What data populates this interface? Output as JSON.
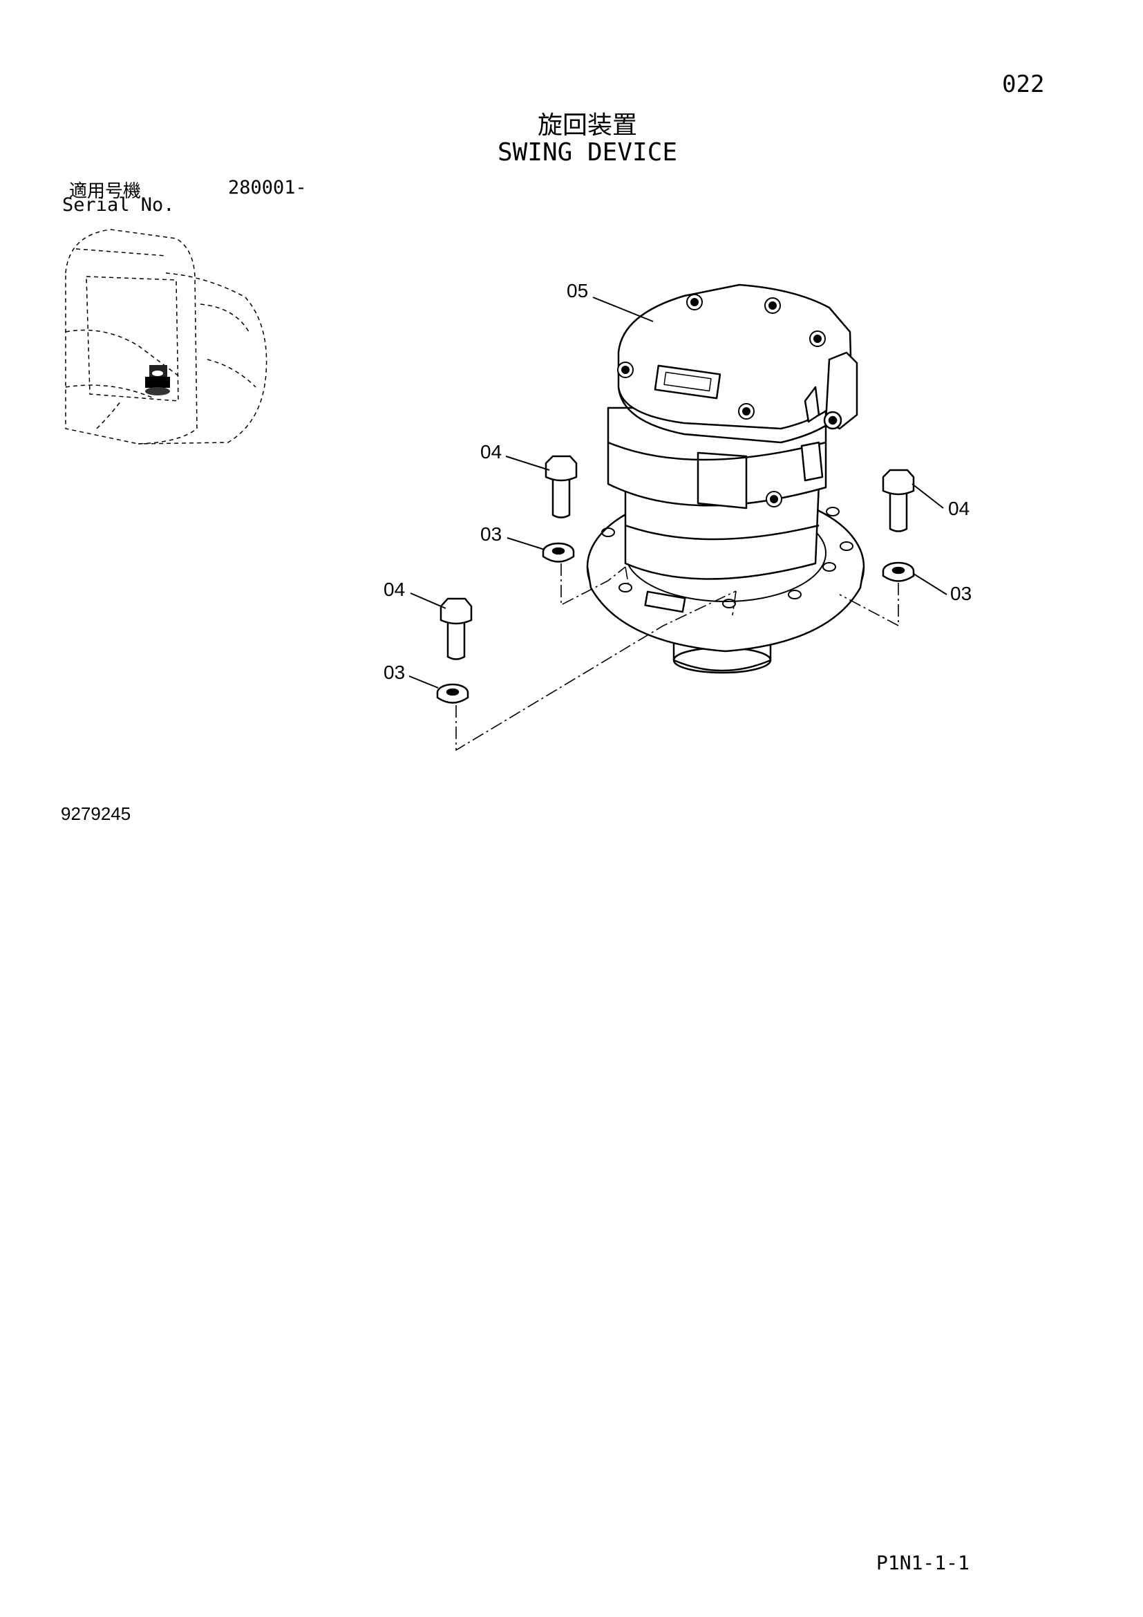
{
  "page": {
    "page_number": "022",
    "title_jp": "旋回装置",
    "title_en": "SWING DEVICE",
    "serial_label_jp": "適用号機",
    "serial_range": "280001-",
    "serial_label_en": "Serial No.",
    "drawing_number": "9279245",
    "sheet_code": "P1N1-1-1"
  },
  "callouts": [
    "05",
    "04",
    "03",
    "04",
    "03",
    "04",
    "03"
  ],
  "parts": [
    {
      "id": "swing-device",
      "label": "05"
    },
    {
      "id": "bolt",
      "label": "04"
    },
    {
      "id": "washer",
      "label": "03"
    }
  ]
}
